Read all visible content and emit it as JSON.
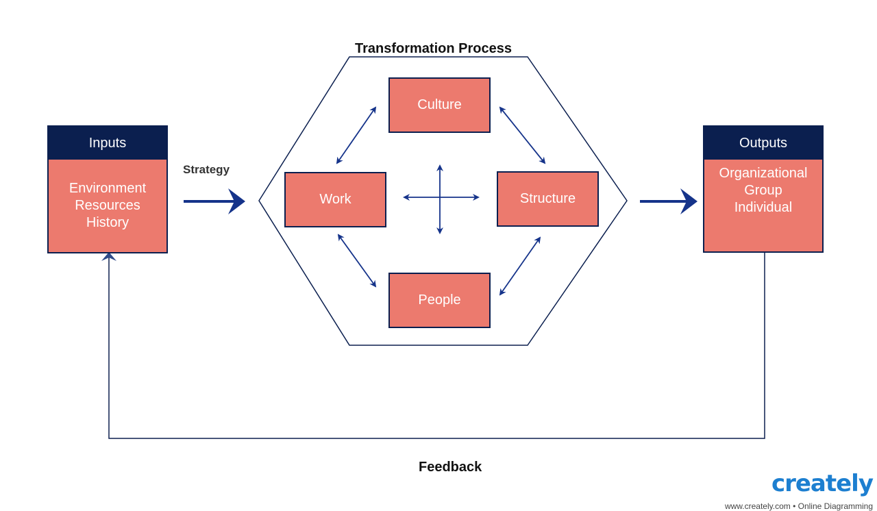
{
  "diagram": {
    "title": "Transformation Process",
    "strategy_label": "Strategy",
    "feedback_label": "Feedback",
    "inputs": {
      "header": "Inputs",
      "lines": [
        "Environment",
        "Resources",
        "History"
      ]
    },
    "outputs": {
      "header": "Outputs",
      "lines": [
        "Organizational",
        "Group",
        "Individual"
      ]
    },
    "nodes": {
      "culture": "Culture",
      "work": "Work",
      "structure": "Structure",
      "people": "People"
    }
  },
  "branding": {
    "logo_text": "creately",
    "tagline": "www.creately.com • Online Diagramming"
  },
  "colors": {
    "box_fill": "#ec7a6e",
    "dark_navy": "#0b1f4f",
    "arrow_blue": "#15338a"
  }
}
